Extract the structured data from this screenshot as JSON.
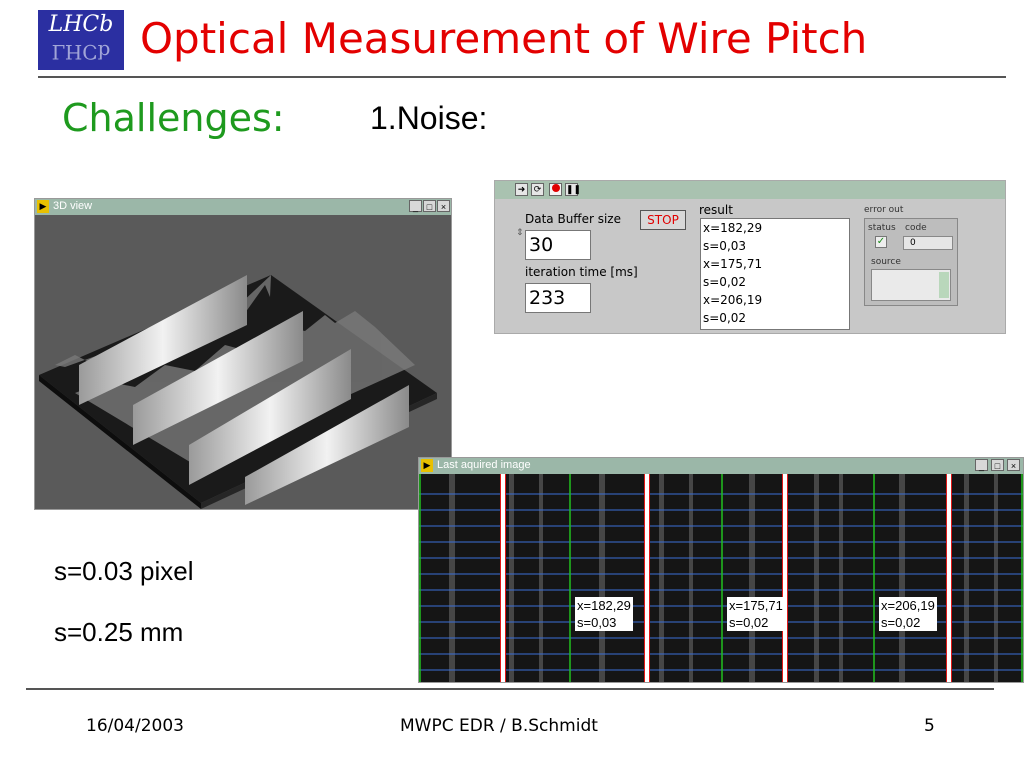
{
  "slide": {
    "logo_text": "LHCb",
    "title": "Optical Measurement of Wire Pitch",
    "challenges": "Challenges:",
    "item": "1.Noise:",
    "s_pixel": "s=0.03 pixel",
    "s_mm": "s=0.25 mm"
  },
  "window_3d": {
    "title": "3D view",
    "controls": [
      "_",
      "□",
      "×"
    ]
  },
  "panel": {
    "toolbar_icons": [
      "run-arrow-icon",
      "run-continuous-icon",
      "abort-icon",
      "pause-icon"
    ],
    "buffer_label": "Data Buffer size",
    "buffer_value": "30",
    "iteration_label": "iteration time [ms]",
    "iteration_value": "233",
    "stop_label": "STOP",
    "result_label": "result",
    "results": [
      "x=182,29",
      "s=0,03",
      "x=175,71",
      "s=0,02",
      "x=206,19",
      "s=0,02"
    ],
    "error_out_label": "error out",
    "status_label": "status",
    "code_label": "code",
    "code_value": "0",
    "source_label": "source"
  },
  "window_img": {
    "title": "Last aquired image",
    "controls": [
      "_",
      "□",
      "×"
    ],
    "callouts": [
      {
        "x": "x=182,29",
        "s": "s=0,03"
      },
      {
        "x": "x=175,71",
        "s": "s=0,02"
      },
      {
        "x": "x=206,19",
        "s": "s=0,02"
      }
    ]
  },
  "footer": {
    "date": "16/04/2003",
    "center": "MWPC EDR / B.Schmidt",
    "page": "5"
  },
  "colors": {
    "title": "#e30000",
    "challenges": "#1e9a1e",
    "logo_bg": "#2b2fa1"
  }
}
